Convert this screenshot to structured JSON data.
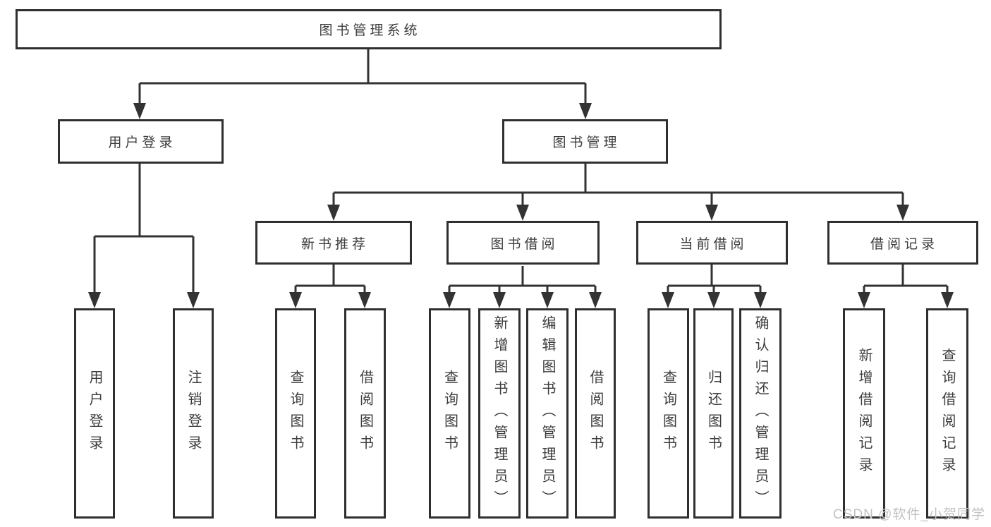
{
  "tree": {
    "label": "图书管理系统",
    "children": [
      {
        "label": "用户登录",
        "children": [
          {
            "label": "用户登录"
          },
          {
            "label": "注销登录"
          }
        ]
      },
      {
        "label": "图书管理",
        "children": [
          {
            "label": "新书推荐",
            "children": [
              {
                "label": "查询图书"
              },
              {
                "label": "借阅图书"
              }
            ]
          },
          {
            "label": "图书借阅",
            "children": [
              {
                "label": "查询图书"
              },
              {
                "label": "新增图书（管理员）"
              },
              {
                "label": "编辑图书（管理员）"
              },
              {
                "label": "借阅图书"
              }
            ]
          },
          {
            "label": "当前借阅",
            "children": [
              {
                "label": "查询图书"
              },
              {
                "label": "归还图书"
              },
              {
                "label": "确认归还（管理员）"
              }
            ]
          },
          {
            "label": "借阅记录",
            "children": [
              {
                "label": "新增借阅记录"
              },
              {
                "label": "查询借阅记录"
              }
            ]
          }
        ]
      }
    ]
  },
  "watermark": {
    "text": "CSDN @软件_小贺同学"
  },
  "colors": {
    "line": "#333333",
    "border": "#2f2f2f",
    "text": "#3d3d3d",
    "watermark": "#c2c2c2",
    "background": "#ffffff"
  }
}
